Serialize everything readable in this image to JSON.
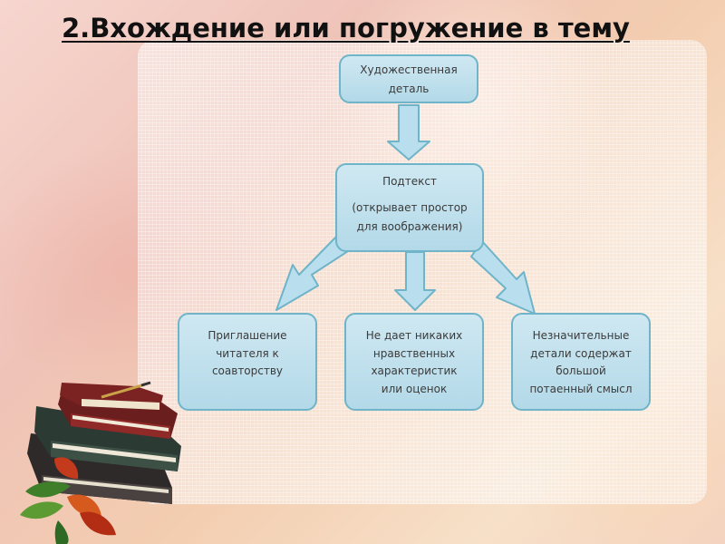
{
  "slide": {
    "title": "2.Вхождение или погружение в тему"
  },
  "diagram": {
    "top_node": {
      "lines": [
        "Художественная",
        "деталь"
      ]
    },
    "middle_node": {
      "heading": "Подтекст",
      "lines": [
        "(открывает простор",
        "для воображения)"
      ]
    },
    "leaves": [
      {
        "lines": [
          "Приглашение",
          "читателя к",
          "соавторству"
        ]
      },
      {
        "lines": [
          "Не дает никаких",
          "нравственных",
          "характеристик",
          "или оценок"
        ]
      },
      {
        "lines": [
          "Незначительные",
          "детали содержат",
          "большой",
          "потаенный смысл"
        ]
      }
    ]
  },
  "colors": {
    "box_fill": "#b3d9e8",
    "box_border": "#6fb4c8",
    "arrow_fill": "#b9dfee",
    "arrow_stroke": "#6fb4c8",
    "text": "#3b3b3b",
    "title": "#111111"
  },
  "decoration": {
    "image": "stack-of-books-with-leaves"
  }
}
